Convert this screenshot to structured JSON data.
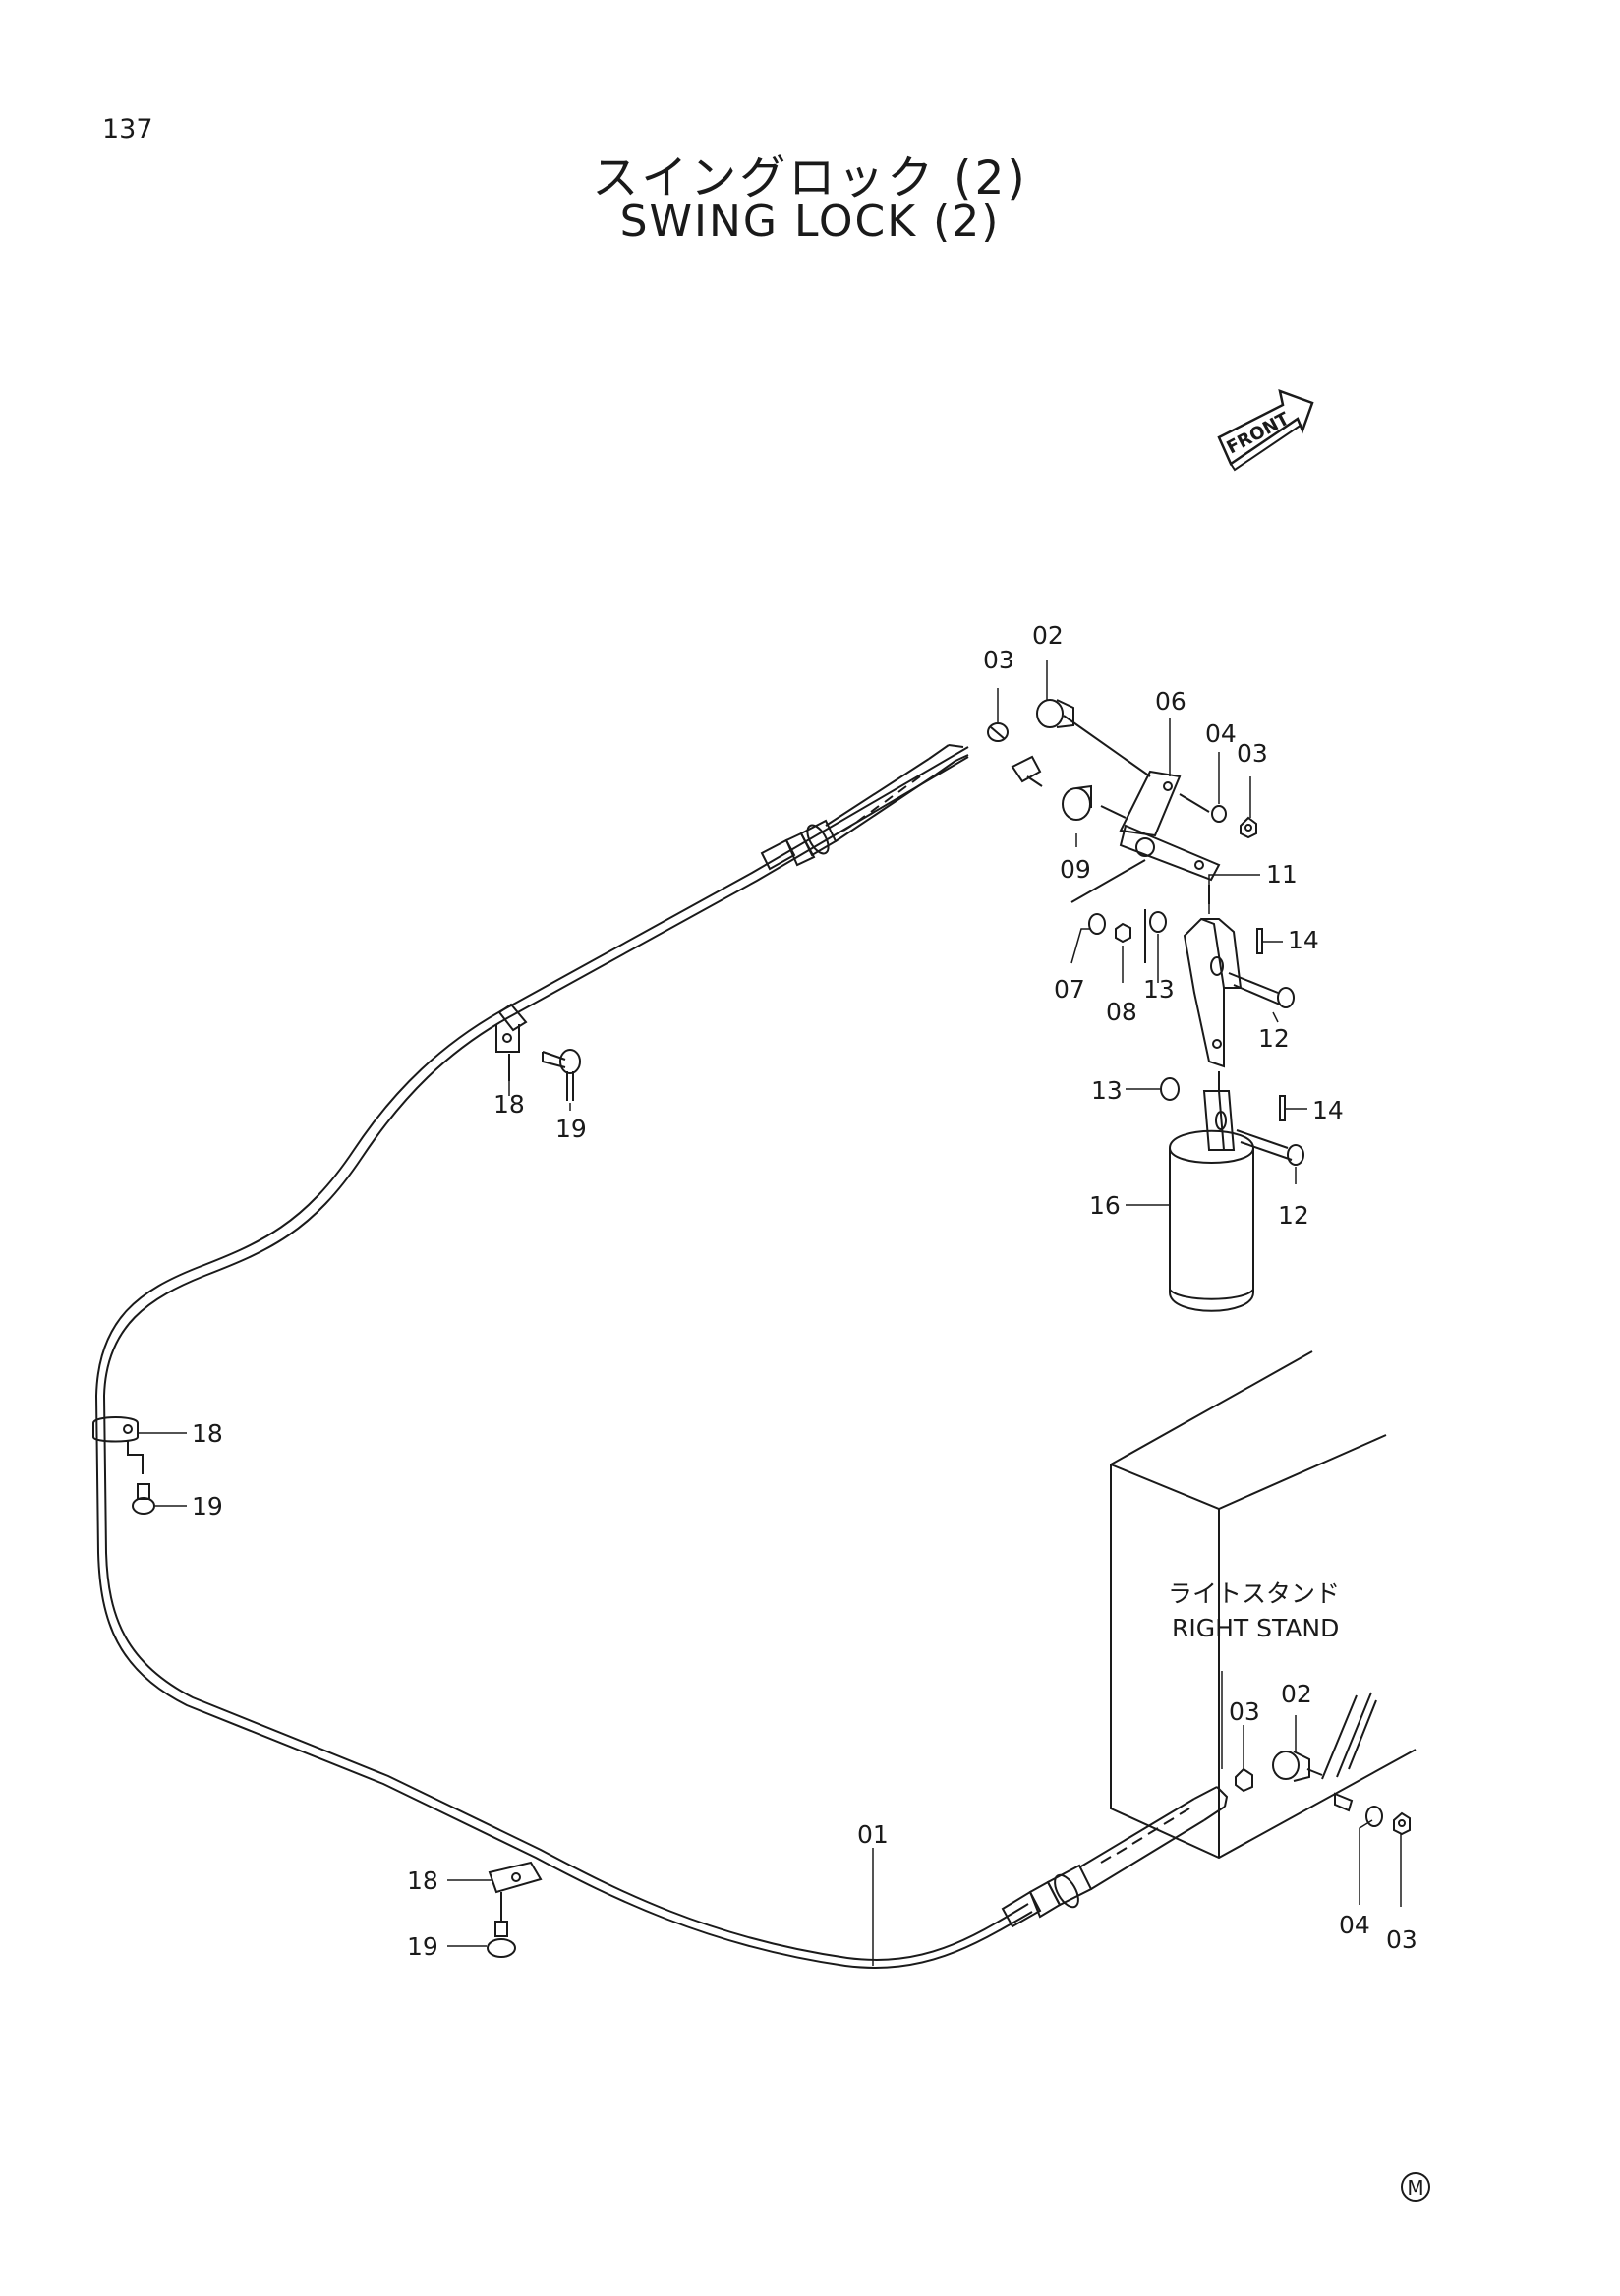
{
  "page_number": "137",
  "title_jp": "スイングロック (2)",
  "title_en": "SWING LOCK (2)",
  "front_label": "FRONT",
  "stand_label_jp": "ライトスタンド",
  "stand_label_en": "RIGHT STAND",
  "mark_symbol": "M",
  "callouts": [
    {
      "label": "03"
    },
    {
      "label": "02"
    },
    {
      "label": "06"
    },
    {
      "label": "04"
    },
    {
      "label": "03"
    },
    {
      "label": "09"
    },
    {
      "label": "11"
    },
    {
      "label": "14"
    },
    {
      "label": "07"
    },
    {
      "label": "08"
    },
    {
      "label": "13"
    },
    {
      "label": "12"
    },
    {
      "label": "13"
    },
    {
      "label": "14"
    },
    {
      "label": "16"
    },
    {
      "label": "12"
    },
    {
      "label": "18"
    },
    {
      "label": "19"
    },
    {
      "label": "18"
    },
    {
      "label": "19"
    },
    {
      "label": "03"
    },
    {
      "label": "02"
    },
    {
      "label": "01"
    },
    {
      "label": "18"
    },
    {
      "label": "19"
    },
    {
      "label": "04"
    },
    {
      "label": "03"
    }
  ]
}
